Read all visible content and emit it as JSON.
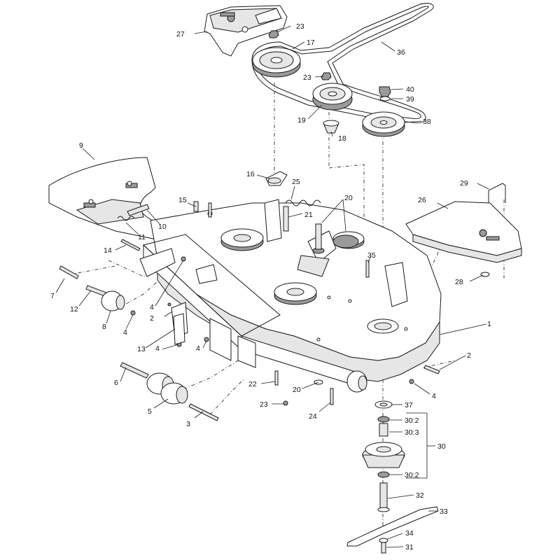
{
  "callouts": {
    "c1": "1",
    "c2a": "2",
    "c2b": "2",
    "c3": "3",
    "c4a": "4",
    "c4b": "4",
    "c4c": "4",
    "c4d": "4",
    "c4e": "4",
    "c5": "5",
    "c6": "6",
    "c7": "7",
    "c8": "8",
    "c9": "9",
    "c10": "10",
    "c11": "11",
    "c12": "12",
    "c13": "13",
    "c14": "14",
    "c15": "15",
    "c16": "16",
    "c17": "17",
    "c18": "18",
    "c19": "19",
    "c20a": "20",
    "c20b": "20",
    "c21": "21",
    "c22": "22",
    "c23a": "23",
    "c23b": "23",
    "c23c": "23",
    "c24": "24",
    "c25": "25",
    "c26": "26",
    "c27": "27",
    "c28": "28",
    "c29": "29",
    "c30": "30",
    "c30_2a": "30:2",
    "c30_3": "30:3",
    "c30_2b": "30:2",
    "c31": "31",
    "c32": "32",
    "c33": "33",
    "c34": "34",
    "c35": "35",
    "c36": "36",
    "c37": "37",
    "c38": "38",
    "c39": "39",
    "c40": "40"
  }
}
